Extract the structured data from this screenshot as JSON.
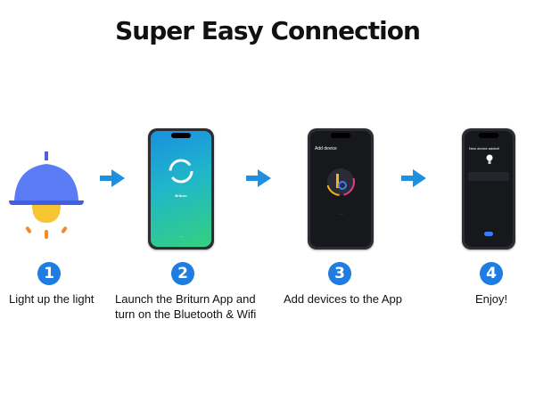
{
  "title": "Super Easy Connection",
  "steps": [
    {
      "number": "1",
      "label": "Light up the light"
    },
    {
      "number": "2",
      "label_line1": "Launch the Briturn App and",
      "label_line2": "turn on the Bluetooth & Wifi"
    },
    {
      "number": "3",
      "label": "Add devices to the App"
    },
    {
      "number": "4",
      "label": "Enjoy!"
    }
  ],
  "phone1": {
    "brand": "Briturn"
  },
  "phone2": {
    "screen_title": "Add device"
  },
  "phone3": {
    "screen_title": "New device added!"
  },
  "colors": {
    "accent": "#1f7ce0",
    "arrow": "#1f8fe0",
    "lamp_shade": "#5b7cf5",
    "bulb": "#f7c531"
  }
}
